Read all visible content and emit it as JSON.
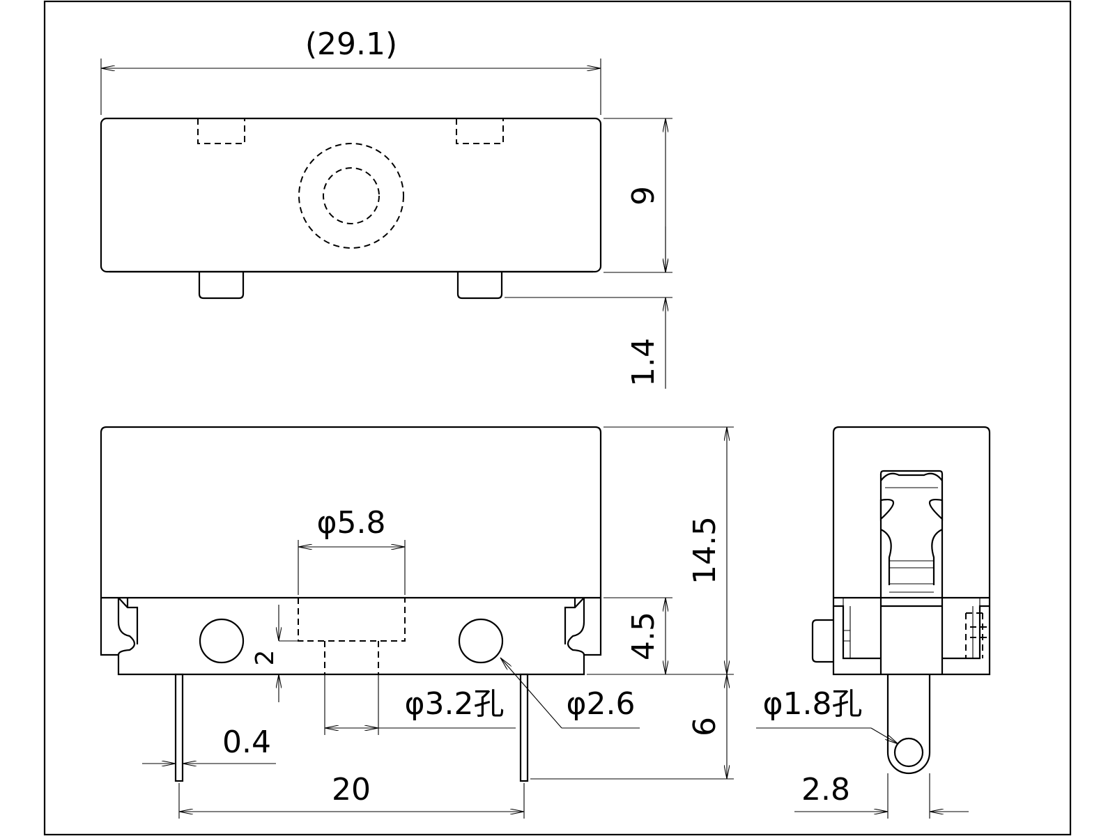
{
  "drawing": {
    "dimensions": {
      "overall_length": "(29.1)",
      "top_height": "9",
      "tab_height": "1.4",
      "total_height": "14.5",
      "base_height": "4.5",
      "pin_length": "6",
      "socket_dia": "φ5.8",
      "pcb_hole": "φ3.2孔",
      "mount_hole": "φ2.6",
      "pin_width": "0.4",
      "offset_2": "2",
      "pin_pitch": "20",
      "side_hole": "φ1.8孔",
      "side_pin_width": "2.8"
    }
  }
}
